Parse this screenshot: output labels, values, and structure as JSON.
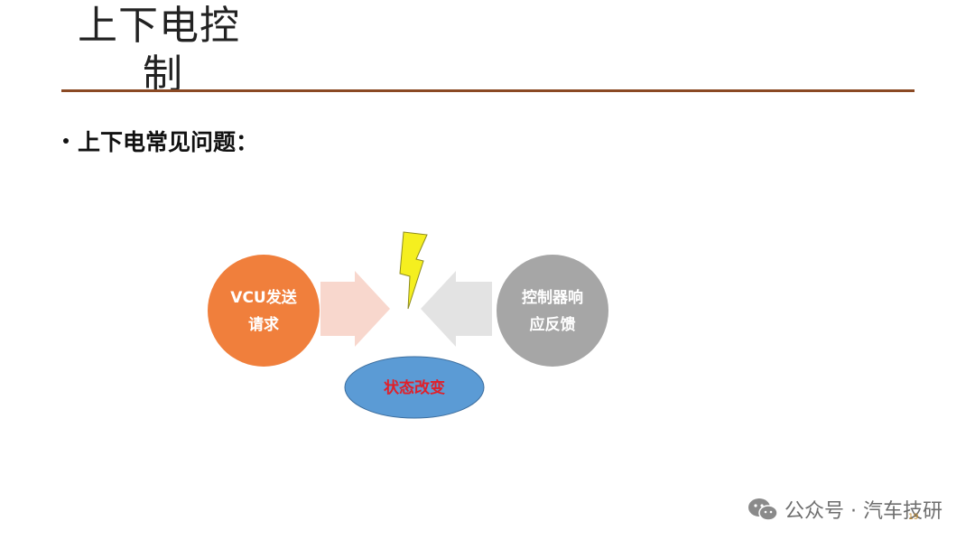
{
  "slide": {
    "title_line1": "上下电控",
    "title_line2": "制",
    "bullet": "上下电常见问题："
  },
  "diagram": {
    "left_node": {
      "line1": "VCU发送",
      "line2": "请求",
      "color": "#f07f3c"
    },
    "right_node": {
      "line1": "控制器响",
      "line2": "应反馈",
      "color": "#a6a6a6"
    },
    "center_node": {
      "label": "状态改变",
      "color": "#5b9bd5",
      "text_color": "#e0202a"
    },
    "left_arrow_color": "#f8d7cd",
    "right_arrow_color": "#e3e3e3",
    "lightning_color": "#f5ef1f",
    "lightning_icon": "lightning-bolt-icon"
  },
  "watermark": {
    "text": "公众号 · 汽车技研",
    "icon": "wechat-icon"
  },
  "page_number": "19",
  "theme": {
    "rule_color": "#8b4a24"
  }
}
